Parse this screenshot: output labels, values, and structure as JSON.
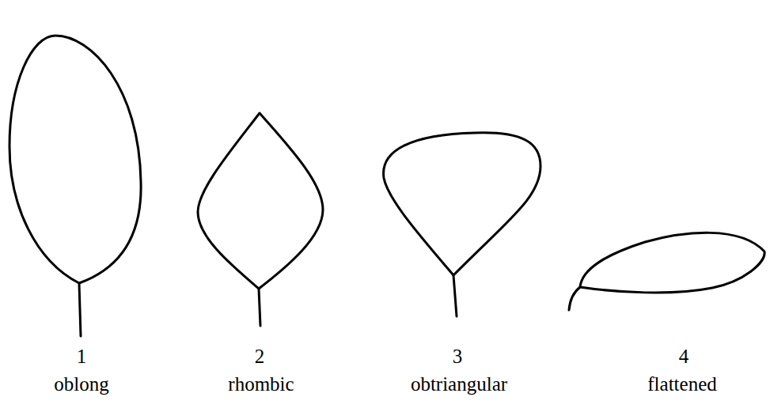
{
  "diagram": {
    "labels": [
      "1",
      "oblong",
      "2",
      "rhombic",
      "3",
      "obtriangular",
      "4",
      "flattened"
    ]
  }
}
